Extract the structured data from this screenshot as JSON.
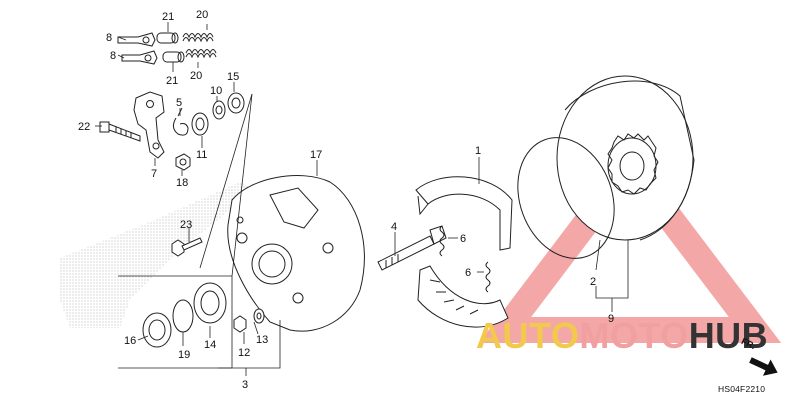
{
  "callouts": {
    "c1": "1",
    "c2": "2",
    "c3": "3",
    "c4": "4",
    "c5": "5",
    "c6a": "6",
    "c6b": "6",
    "c7": "7",
    "c8a": "8",
    "c8b": "8",
    "c9": "9",
    "c10": "10",
    "c11": "11",
    "c12": "12",
    "c13": "13",
    "c14": "14",
    "c15": "15",
    "c16": "16",
    "c17": "17",
    "c18": "18",
    "c19": "19",
    "c20a": "20",
    "c20b": "20",
    "c21a": "21",
    "c21b": "21",
    "c22": "22",
    "c23": "23"
  },
  "diagram_code": "HS04F2210",
  "front_indicator": "FR.",
  "watermark": {
    "part1": "AUTO",
    "part2": "MOTO",
    "part3": "HUB",
    "color_primary": "#f0a0a0",
    "color_secondary": "#f2c94c",
    "color_dark": "#333333"
  }
}
